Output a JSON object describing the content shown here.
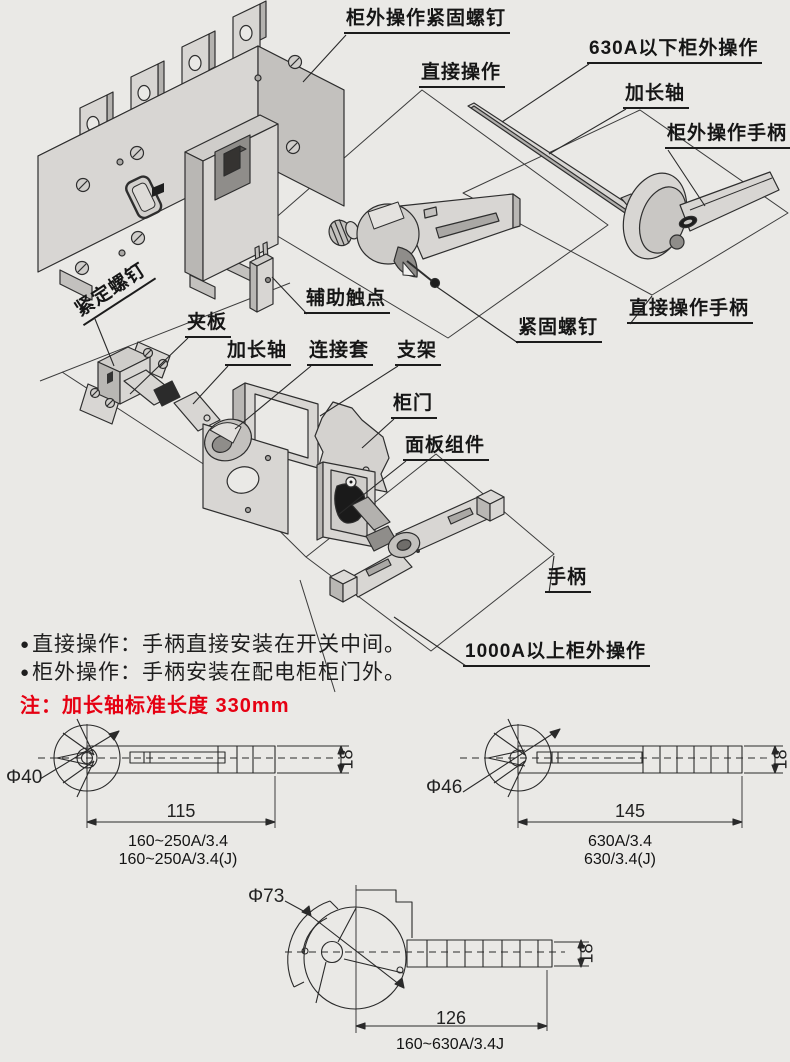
{
  "page": {
    "background": "#eae9e6"
  },
  "diagram": {
    "callouts": {
      "cabinet_fastening_screw": "柜外操作紧固螺钉",
      "below_630a_external_operation": "630A以下柜外操作",
      "direct_operation": "直接操作",
      "extension_shaft_top": "加长轴",
      "external_operation_handle": "柜外操作手柄",
      "auxiliary_contact": "辅助触点",
      "fastening_screw": "紧固螺钉",
      "direct_operation_handle": "直接操作手柄",
      "set_screw": "紧定螺钉",
      "clamp_plate": "夹板",
      "extension_shaft_left": "加长轴",
      "coupling_sleeve": "连接套",
      "bracket": "支架",
      "cabinet_door": "柜门",
      "panel_assembly": "面板组件",
      "handle": "手柄",
      "above_1000a_external_operation": "1000A以上柜外操作"
    }
  },
  "notes": {
    "bullet": "●",
    "bullets": [
      "直接操作：手柄直接安装在开关中间。",
      "柜外操作：手柄安装在配电柜柜门外。"
    ],
    "red_note": "注：加长轴标准长度 330mm"
  },
  "drawings": [
    {
      "diameter": "Φ40",
      "shaft_length": "115",
      "shaft_width": "18",
      "models": [
        "160~250A/3.4",
        "160~250A/3.4(J)"
      ]
    },
    {
      "diameter": "Φ46",
      "shaft_length": "145",
      "shaft_width": "18",
      "models": [
        "630A/3.4",
        "630/3.4(J)"
      ]
    },
    {
      "diameter": "Φ73",
      "shaft_length": "126",
      "shaft_width": "18",
      "models": [
        "160~630A/3.4J"
      ]
    }
  ],
  "colors": {
    "accent_red": "#e60012",
    "line": "#2a2a2a",
    "part_light": "#d8d6d3",
    "part_mid": "#c3c1be"
  }
}
